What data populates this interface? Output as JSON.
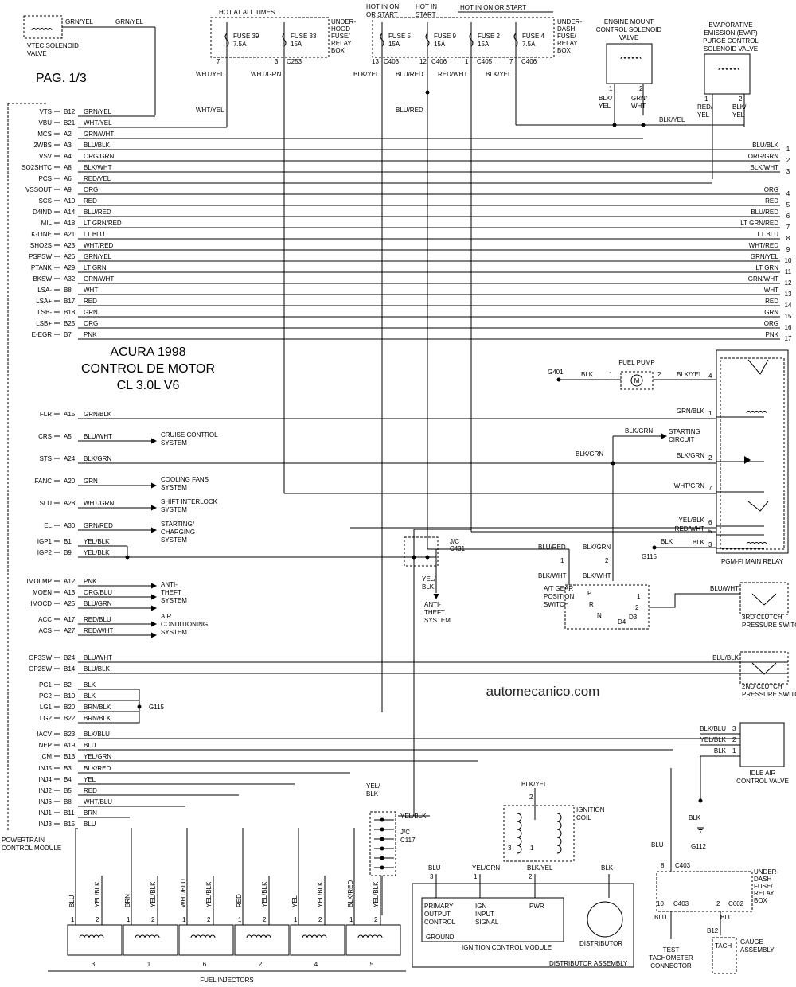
{
  "page_label": "PAG. 1/3",
  "title": [
    "ACURA 1998",
    "CONTROL DE MOTOR",
    "CL 3.0L V6"
  ],
  "watermark": "automecanico.com",
  "ecm_label": [
    "POWERTRAIN",
    "CONTROL MODULE"
  ],
  "vtec": {
    "name": [
      "VTEC SOLENOID",
      "VALVE"
    ],
    "wire1": "GRN/YEL",
    "wire2": "GRN/YEL"
  },
  "hot_labels": {
    "at_all_times": "HOT AT ALL TIMES",
    "in_on_start1": [
      "HOT IN ON",
      "OR START"
    ],
    "in_start": [
      "HOT IN",
      "START"
    ],
    "in_on_start2": "HOT IN ON OR START"
  },
  "fuses": [
    {
      "name": "FUSE 39",
      "amp": "7.5A"
    },
    {
      "name": "FUSE 33",
      "amp": "15A"
    },
    {
      "name": "FUSE 5",
      "amp": "15A"
    },
    {
      "name": "FUSE 9",
      "amp": "15A"
    },
    {
      "name": "FUSE 2",
      "amp": "15A"
    },
    {
      "name": "FUSE 4",
      "amp": "7.5A"
    }
  ],
  "underhood_box": [
    "UNDER-",
    "HOOD",
    "FUSE/",
    "RELAY",
    "BOX"
  ],
  "underdash_box": [
    "UNDER-",
    "DASH",
    "FUSE/",
    "RELAY",
    "BOX"
  ],
  "fuse_pins": [
    {
      "pin": "7",
      "conn": ""
    },
    {
      "pin": "3",
      "conn": "C253"
    },
    {
      "pin": "13",
      "conn": "C403"
    },
    {
      "pin": "12",
      "conn": "C406"
    },
    {
      "pin": "1",
      "conn": "C405"
    },
    {
      "pin": "7",
      "conn": "C406"
    }
  ],
  "fuse_wires": [
    "WHT/YEL",
    "WHT/GRN",
    "BLK/YEL",
    "BLU/RED",
    "RED/WHT",
    "BLK/YEL"
  ],
  "fuse_wires2": [
    "WHT/YEL",
    "BLU/RED"
  ],
  "engine_mount": {
    "name": [
      "ENGINE MOUNT",
      "CONTROL SOLENOID",
      "VALVE"
    ],
    "pins": [
      "1",
      "2"
    ],
    "wires": [
      [
        "BLK/",
        "YEL"
      ],
      [
        "GRN/",
        "WHT"
      ]
    ]
  },
  "evap": {
    "name": [
      "EVAPORATIVE",
      "EMISSION (EVAP)",
      "PURGE CONTROL",
      "SOLENOID VALVE"
    ],
    "pins": [
      "1",
      "2"
    ],
    "wires": [
      [
        "RED/",
        "YEL"
      ],
      [
        "BLK/",
        "YEL"
      ]
    ]
  },
  "blk_yel_top": "BLK/YEL",
  "ecm_pins_top": [
    {
      "sig": "VTS",
      "pin": "B12",
      "wire": "GRN/YEL"
    },
    {
      "sig": "VBU",
      "pin": "B21",
      "wire": "WHT/YEL"
    },
    {
      "sig": "MCS",
      "pin": "A2",
      "wire": "GRN/WHT"
    },
    {
      "sig": "2WBS",
      "pin": "A3",
      "wire": "BLU/BLK",
      "rwire": "BLU/BLK",
      "num": "1"
    },
    {
      "sig": "VSV",
      "pin": "A4",
      "wire": "ORG/GRN",
      "rwire": "ORG/GRN",
      "num": "2"
    },
    {
      "sig": "SO2SHTC",
      "pin": "A8",
      "wire": "BLK/WHT",
      "rwire": "BLK/WHT",
      "num": "3"
    },
    {
      "sig": "PCS",
      "pin": "A6",
      "wire": "RED/YEL"
    },
    {
      "sig": "VSSOUT",
      "pin": "A9",
      "wire": "ORG",
      "rwire": "ORG",
      "num": "4"
    },
    {
      "sig": "SCS",
      "pin": "A10",
      "wire": "RED",
      "rwire": "RED",
      "num": "5"
    },
    {
      "sig": "D4IND",
      "pin": "A14",
      "wire": "BLU/RED",
      "rwire": "BLU/RED",
      "num": "6"
    },
    {
      "sig": "MIL",
      "pin": "A18",
      "wire": "LT GRN/RED",
      "rwire": "LT GRN/RED",
      "num": "7"
    },
    {
      "sig": "K-LINE",
      "pin": "A21",
      "wire": "LT BLU",
      "rwire": "LT BLU",
      "num": "8"
    },
    {
      "sig": "SHO2S",
      "pin": "A23",
      "wire": "WHT/RED",
      "rwire": "WHT/RED",
      "num": "9"
    },
    {
      "sig": "PSPSW",
      "pin": "A26",
      "wire": "GRN/YEL",
      "rwire": "GRN/YEL",
      "num": "10"
    },
    {
      "sig": "PTANK",
      "pin": "A29",
      "wire": "LT GRN",
      "rwire": "LT GRN",
      "num": "11"
    },
    {
      "sig": "BKSW",
      "pin": "A32",
      "wire": "GRN/WHT",
      "rwire": "GRN/WHT",
      "num": "12"
    },
    {
      "sig": "LSA-",
      "pin": "B8",
      "wire": "WHT",
      "rwire": "WHT",
      "num": "13"
    },
    {
      "sig": "LSA+",
      "pin": "B17",
      "wire": "RED",
      "rwire": "RED",
      "num": "14"
    },
    {
      "sig": "LSB-",
      "pin": "B18",
      "wire": "GRN",
      "rwire": "GRN",
      "num": "15"
    },
    {
      "sig": "LSB+",
      "pin": "B25",
      "wire": "ORG",
      "rwire": "ORG",
      "num": "16"
    },
    {
      "sig": "E-EGR",
      "pin": "B7",
      "wire": "PNK",
      "rwire": "PNK",
      "num": "17"
    }
  ],
  "ecm_pins_mid": [
    {
      "sig": "FLR",
      "pin": "A15",
      "wire": "GRN/BLK"
    },
    {
      "sig": "CRS",
      "pin": "A5",
      "wire": "BLU/WHT",
      "sys": [
        "CRUISE CONTROL",
        "SYSTEM"
      ]
    },
    {
      "sig": "STS",
      "pin": "A24",
      "wire": "BLK/GRN"
    },
    {
      "sig": "FANC",
      "pin": "A20",
      "wire": "GRN",
      "sys": [
        "COOLING FANS",
        "SYSTEM"
      ]
    },
    {
      "sig": "SLU",
      "pin": "A28",
      "wire": "WHT/GRN",
      "sys": [
        "SHIFT INTERLOCK",
        "SYSTEM"
      ]
    },
    {
      "sig": "EL",
      "pin": "A30",
      "wire": "GRN/RED",
      "sys": [
        "STARTING/",
        "CHARGING",
        "SYSTEM"
      ]
    },
    {
      "sig": "IGP1",
      "pin": "B1",
      "wire": "YEL/BLK"
    },
    {
      "sig": "IGP2",
      "pin": "B9",
      "wire": "YEL/BLK"
    },
    {
      "sig": "IMOLMP",
      "pin": "A12",
      "wire": "PNK"
    },
    {
      "sig": "MOEN",
      "pin": "A13",
      "wire": "ORG/BLU"
    },
    {
      "sig": "IMOCD",
      "pin": "A25",
      "wire": "BLU/GRN"
    },
    {
      "sig": "ACC",
      "pin": "A17",
      "wire": "RED/BLU"
    },
    {
      "sig": "ACS",
      "pin": "A27",
      "wire": "RED/WHT"
    },
    {
      "sig": "OP3SW",
      "pin": "B24",
      "wire": "BLU/WHT"
    },
    {
      "sig": "OP2SW",
      "pin": "B14",
      "wire": "BLU/BLK"
    },
    {
      "sig": "PG1",
      "pin": "B2",
      "wire": "BLK"
    },
    {
      "sig": "PG2",
      "pin": "B10",
      "wire": "BLK"
    },
    {
      "sig": "LG1",
      "pin": "B20",
      "wire": "BRN/BLK"
    },
    {
      "sig": "LG2",
      "pin": "B22",
      "wire": "BRN/BLK"
    },
    {
      "sig": "IACV",
      "pin": "B23",
      "wire": "BLK/BLU"
    },
    {
      "sig": "NEP",
      "pin": "A19",
      "wire": "BLU"
    },
    {
      "sig": "ICM",
      "pin": "B13",
      "wire": "YEL/GRN"
    },
    {
      "sig": "INJ5",
      "pin": "B3",
      "wire": "BLK/RED"
    },
    {
      "sig": "INJ4",
      "pin": "B4",
      "wire": "YEL"
    },
    {
      "sig": "INJ2",
      "pin": "B5",
      "wire": "RED"
    },
    {
      "sig": "INJ6",
      "pin": "B8",
      "wire": "WHT/BLU"
    },
    {
      "sig": "INJ1",
      "pin": "B11",
      "wire": "BRN"
    },
    {
      "sig": "INJ3",
      "pin": "B15",
      "wire": "BLU"
    }
  ],
  "anti_theft": [
    "ANTI-",
    "THEFT",
    "SYSTEM"
  ],
  "ac_system": [
    "AIR",
    "CONDITIONING",
    "SYSTEM"
  ],
  "g115": "G115",
  "jc431": {
    "name": "J/C",
    "conn": "C431",
    "wire": [
      "YEL/",
      "BLK"
    ],
    "sys": [
      "ANTI-",
      "THEFT",
      "SYSTEM"
    ]
  },
  "fuel_pump": {
    "name": "FUEL PUMP",
    "ground": "G401",
    "wire1": "BLK",
    "pin1": "1",
    "pin2": "2",
    "wire2": "BLK/YEL",
    "pin_relay": "4"
  },
  "starting_circuit": [
    "STARTING",
    "CIRCUIT"
  ],
  "blk_grn_up": "BLK/GRN",
  "relay": {
    "name": "PGM-FI MAIN RELAY",
    "pins": [
      {
        "wire": "GRN/BLK",
        "pin": "1"
      },
      {
        "wire": "BLK/GRN",
        "pin": "2"
      },
      {
        "wire": "WHT/GRN",
        "pin": "7"
      },
      {
        "wire": "YEL/BLK",
        "pin": "6"
      },
      {
        "wire": "RED/WHT",
        "pin": "5"
      },
      {
        "wire": "BLK",
        "pin": "3"
      }
    ],
    "g115": "G115"
  },
  "at_gear": {
    "name": [
      "A/T GEAR",
      "POSITION",
      "SWITCH"
    ],
    "wires_top": [
      "BLU/RED",
      "BLK/GRN"
    ],
    "wires_bot": [
      "BLK/WHT",
      "BLK/WHT"
    ],
    "pins": [
      "1",
      "2"
    ],
    "pos": [
      "P",
      "R",
      "N",
      "D4",
      "D3",
      "1",
      "2"
    ]
  },
  "clutch3": {
    "wire": "BLU/WHT",
    "name": [
      "3RD CLUTCH",
      "PRESSURE SWITCH"
    ]
  },
  "clutch2": {
    "wire": "BLU/BLK",
    "name": [
      "2ND CLUTCH",
      "PRESSURE SWITCH"
    ]
  },
  "iacv": {
    "name": [
      "IDLE AIR",
      "CONTROL VALVE"
    ],
    "pins": [
      {
        "wire": "BLK/BLU",
        "pin": "3"
      },
      {
        "wire": "YEL/BLK",
        "pin": "2"
      },
      {
        "wire": "BLK",
        "pin": "1"
      }
    ],
    "ground_wire": "BLK",
    "ground": "G112"
  },
  "jc117": {
    "name": "J/C",
    "conn": "C117",
    "wire_in": [
      "YEL/",
      "BLK"
    ],
    "wire_out": "YEL/BLK"
  },
  "injectors": {
    "label": "FUEL INJECTORS",
    "items": [
      {
        "w1": "BLU",
        "w2": "YEL/BLK",
        "p1": "1",
        "p2": "2",
        "num": "3"
      },
      {
        "w1": "BRN",
        "w2": "YEL/BLK",
        "p1": "1",
        "p2": "2",
        "num": "1"
      },
      {
        "w1": "WHT/BLU",
        "w2": "YEL/BLK",
        "p1": "1",
        "p2": "2",
        "num": "6"
      },
      {
        "w1": "RED",
        "w2": "YEL/BLK",
        "p1": "1",
        "p2": "2",
        "num": "2"
      },
      {
        "w1": "YEL",
        "w2": "YEL/BLK",
        "p1": "1",
        "p2": "2",
        "num": "4"
      },
      {
        "w1": "BLK/RED",
        "w2": "YEL/BLK",
        "p1": "1",
        "p2": "2",
        "num": "5"
      }
    ]
  },
  "ignition": {
    "coil": [
      "IGNITION",
      "COIL"
    ],
    "coil_wire": [
      "BLK/YEL"
    ],
    "coil_pin": "2",
    "pins": [
      {
        "pin": "3"
      },
      {
        "pin": "1"
      }
    ],
    "icm_wires": [
      {
        "wire": "BLU",
        "pin": "3"
      },
      {
        "wire": "YEL/GRN",
        "pin": "1"
      },
      {
        "wire": "BLK/YEL",
        "pin": "2"
      },
      {
        "wire": "BLK",
        "pin": ""
      }
    ],
    "icm_blocks": [
      [
        "PRIMARY",
        "OUTPUT",
        "CONTROL"
      ],
      [
        "IGN",
        "INPUT",
        "SIGNAL"
      ],
      [
        "PWR"
      ]
    ],
    "ground": "GROUND",
    "icm": "IGNITION CONTROL MODULE",
    "distributor": "DISTRIBUTOR",
    "assembly": "DISTRIBUTOR ASSEMBLY"
  },
  "tach": {
    "wire": "BLU",
    "conn_top": {
      "pin": "8",
      "conn": "C403"
    },
    "pin_l": "10",
    "conn_l": "C403",
    "pin_r": "2",
    "conn_r": "C602",
    "wire_l": "BLU",
    "wire_r": "BLU",
    "test": [
      "TEST",
      "TACHOMETER",
      "CONNECTOR"
    ],
    "b12": "B12",
    "tach": "TACH",
    "gauge": [
      "GAUGE",
      "ASSEMBLY"
    ]
  }
}
